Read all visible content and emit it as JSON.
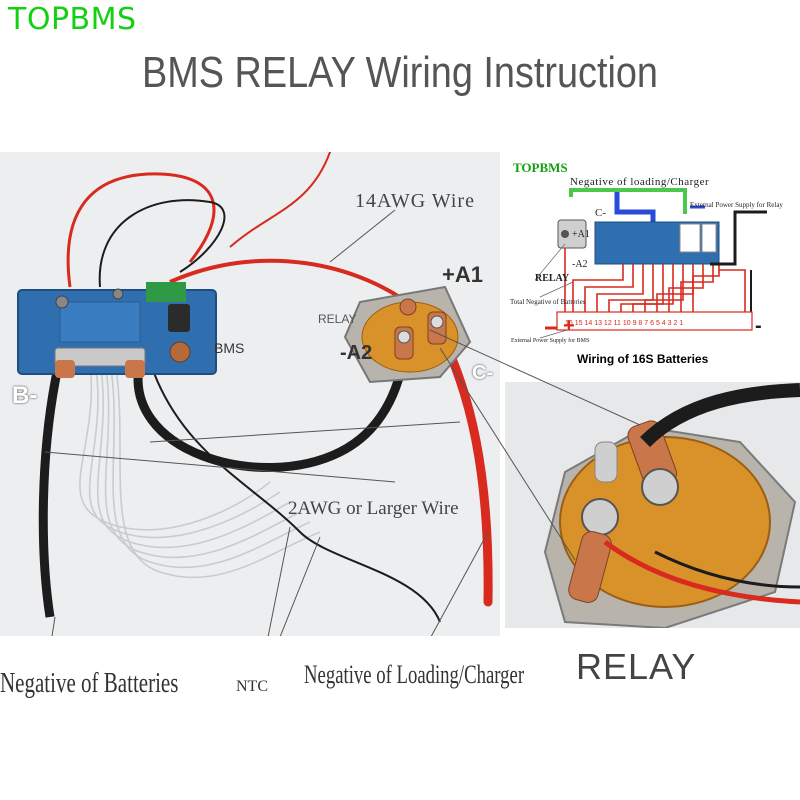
{
  "brand": "TOPBMS",
  "title": "BMS RELAY Wiring Instruction",
  "photo_labels": {
    "a1": "+A1",
    "a2": "-A2",
    "relay": "RELAY",
    "bms": "BMS",
    "b_minus": "B-",
    "c_minus": "C-"
  },
  "callouts": {
    "wire_14awg": "14AWG Wire",
    "wire_2awg": "2AWG or Larger Wire",
    "neg_batteries": "Negative of Batteries",
    "ntc": "NTC",
    "neg_loading": "Negative of Loading/Charger"
  },
  "schematic": {
    "brand": "TOPBMS",
    "neg_loading": "Negative of loading/Charger",
    "ext_power_relay": "External Power Supply for Relay",
    "c_minus": "C-",
    "a1": "+A1",
    "a2": "-A2",
    "relay": "RELAY",
    "total_neg": "Total Negative of Batteries",
    "ext_power_bms": "External Power Supply for BMS",
    "plus": "+",
    "minus": "-",
    "caption": "Wiring of 16S Batteries"
  },
  "closeup_label": "RELAY",
  "colors": {
    "brand_green": "#12d012",
    "board_blue": "#2f6fb0",
    "wire_red": "#d82a1e",
    "wire_black": "#1c1c1c",
    "copper": "#c9774a",
    "relay_orange": "#d9912a"
  }
}
